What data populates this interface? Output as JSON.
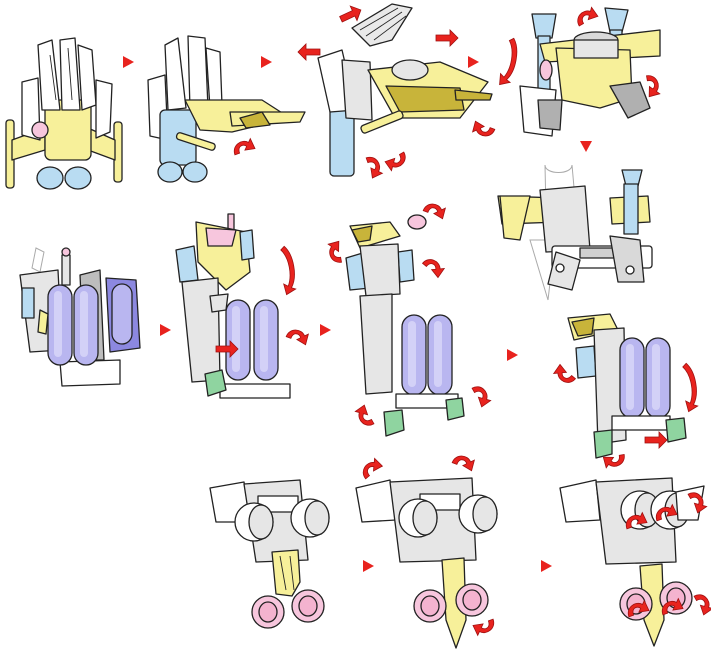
{
  "diagram": {
    "type": "transformation-instructions",
    "step_count": 13,
    "palette": {
      "part_yellow": "#f7f09a",
      "part_yellow_dark": "#c8b43a",
      "part_blue": "#b9dcf2",
      "part_lavender": "#b9b6f0",
      "part_pink": "#f7c6dd",
      "part_green": "#8fd4a0",
      "part_gray": "#d9d9d9",
      "part_white": "#ffffff",
      "motion_arrow_red": "#e8231e",
      "outline": "#222222"
    },
    "flow_arrows": [
      "right",
      "right",
      "right",
      "down",
      "left",
      "right",
      "right",
      "right",
      "right"
    ]
  }
}
